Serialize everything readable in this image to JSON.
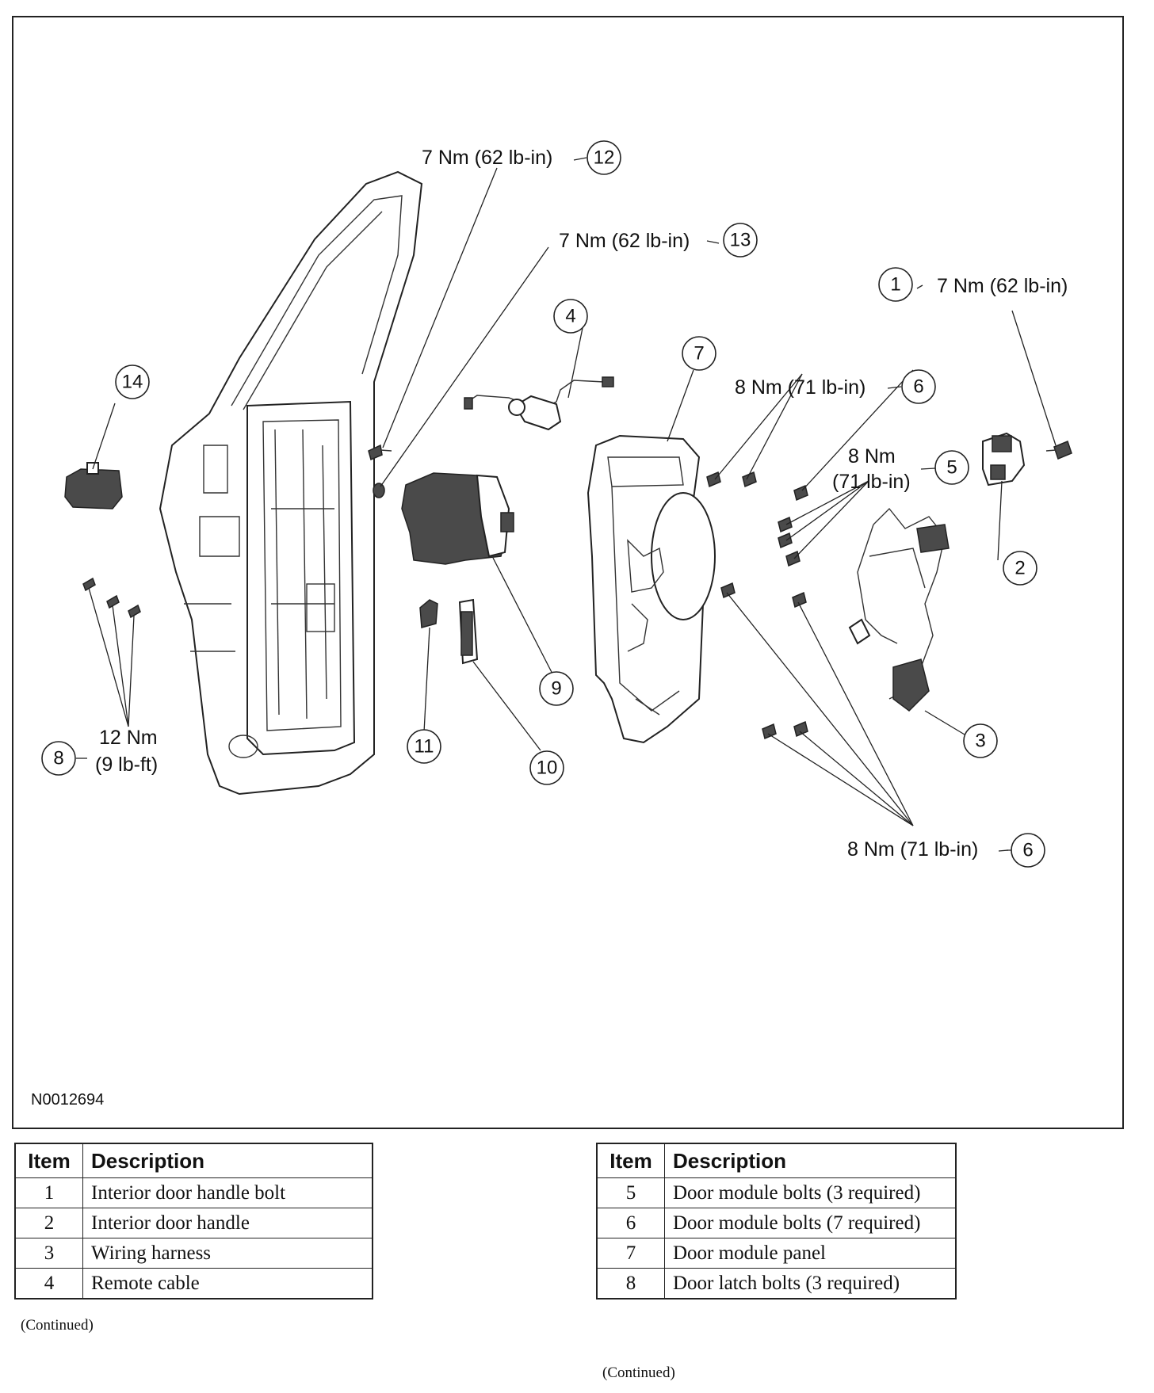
{
  "figure": {
    "id": "N0012694",
    "callouts": [
      {
        "n": "1",
        "torque": "7 Nm (62 lb-in)"
      },
      {
        "n": "2"
      },
      {
        "n": "3"
      },
      {
        "n": "4"
      },
      {
        "n": "5",
        "torque_line1": "8 Nm",
        "torque_line2": "(71 lb-in)"
      },
      {
        "n": "6",
        "torque": "8 Nm (71 lb-in)"
      },
      {
        "n": "6",
        "torque": "8 Nm (71 lb-in)"
      },
      {
        "n": "7"
      },
      {
        "n": "8",
        "torque_line1": "12 Nm",
        "torque_line2": "(9 lb-ft)"
      },
      {
        "n": "9"
      },
      {
        "n": "10"
      },
      {
        "n": "11"
      },
      {
        "n": "12",
        "torque": "7 Nm (62 lb-in)"
      },
      {
        "n": "13",
        "torque": "7 Nm (62 lb-in)"
      },
      {
        "n": "14"
      }
    ]
  },
  "tables": [
    {
      "headers": {
        "item": "Item",
        "description": "Description"
      },
      "rows": [
        {
          "item": "1",
          "description": "Interior door handle bolt"
        },
        {
          "item": "2",
          "description": "Interior door handle"
        },
        {
          "item": "3",
          "description": "Wiring harness"
        },
        {
          "item": "4",
          "description": "Remote cable"
        }
      ],
      "footnote": "(Continued)"
    },
    {
      "headers": {
        "item": "Item",
        "description": "Description"
      },
      "rows": [
        {
          "item": "5",
          "description": "Door module bolts (3 required)"
        },
        {
          "item": "6",
          "description": "Door module bolts (7 required)"
        },
        {
          "item": "7",
          "description": "Door module panel"
        },
        {
          "item": "8",
          "description": "Door latch bolts (3 required)"
        }
      ],
      "footnote": "(Continued)"
    }
  ]
}
